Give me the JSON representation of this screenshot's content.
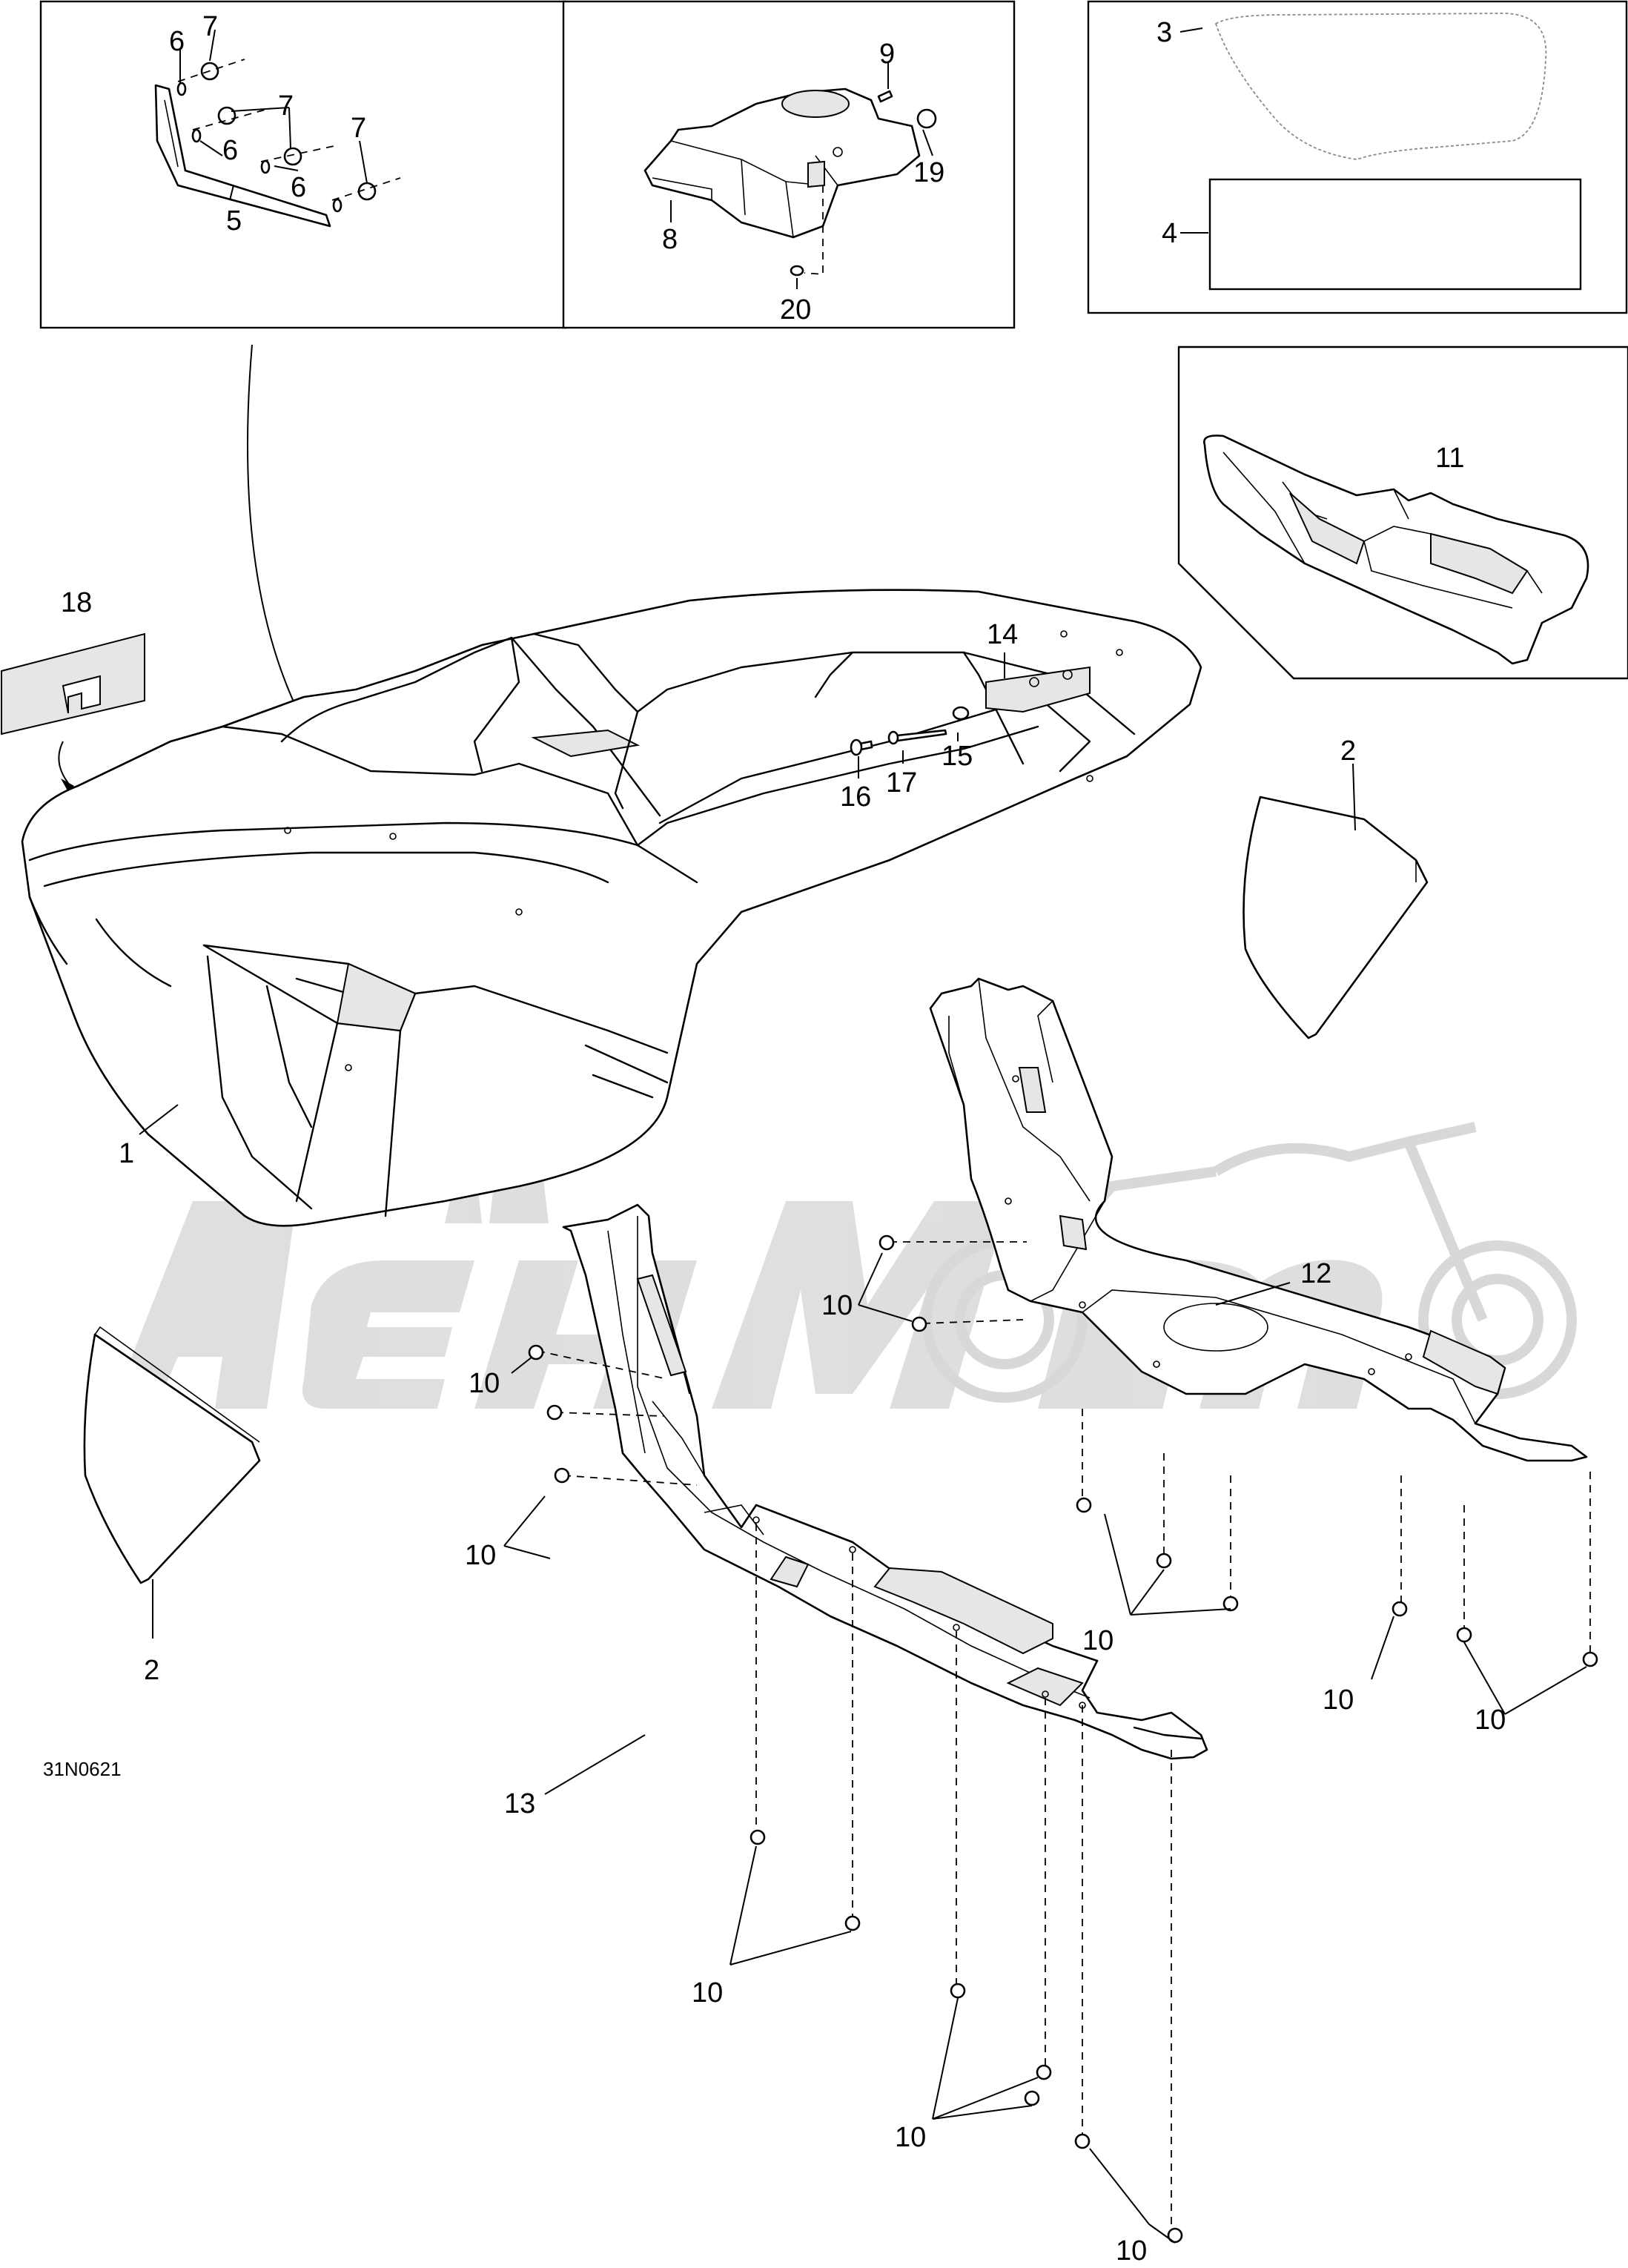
{
  "diagram": {
    "figure_code": "31N0621",
    "callouts": [
      {
        "id": "c6a",
        "text": "6"
      },
      {
        "id": "c7a",
        "text": "7"
      },
      {
        "id": "c7b",
        "text": "7"
      },
      {
        "id": "c6b",
        "text": "6"
      },
      {
        "id": "c7c",
        "text": "7"
      },
      {
        "id": "c6c",
        "text": "6"
      },
      {
        "id": "c5",
        "text": "5"
      },
      {
        "id": "c9",
        "text": "9"
      },
      {
        "id": "c19",
        "text": "19"
      },
      {
        "id": "c8",
        "text": "8"
      },
      {
        "id": "c20",
        "text": "20"
      },
      {
        "id": "c3",
        "text": "3"
      },
      {
        "id": "c4",
        "text": "4"
      },
      {
        "id": "c11",
        "text": "11"
      },
      {
        "id": "c18",
        "text": "18"
      },
      {
        "id": "c14",
        "text": "14"
      },
      {
        "id": "c15",
        "text": "15"
      },
      {
        "id": "c17",
        "text": "17"
      },
      {
        "id": "c16",
        "text": "16"
      },
      {
        "id": "c2a",
        "text": "2"
      },
      {
        "id": "c1",
        "text": "1"
      },
      {
        "id": "c12",
        "text": "12"
      },
      {
        "id": "c10a",
        "text": "10"
      },
      {
        "id": "c10b",
        "text": "10"
      },
      {
        "id": "c10c",
        "text": "10"
      },
      {
        "id": "c2b",
        "text": "2"
      },
      {
        "id": "c10d",
        "text": "10"
      },
      {
        "id": "c10e",
        "text": "10"
      },
      {
        "id": "c10f",
        "text": "10"
      },
      {
        "id": "c13",
        "text": "13"
      },
      {
        "id": "c10g",
        "text": "10"
      },
      {
        "id": "c10h",
        "text": "10"
      },
      {
        "id": "c10i",
        "text": "10"
      }
    ]
  }
}
